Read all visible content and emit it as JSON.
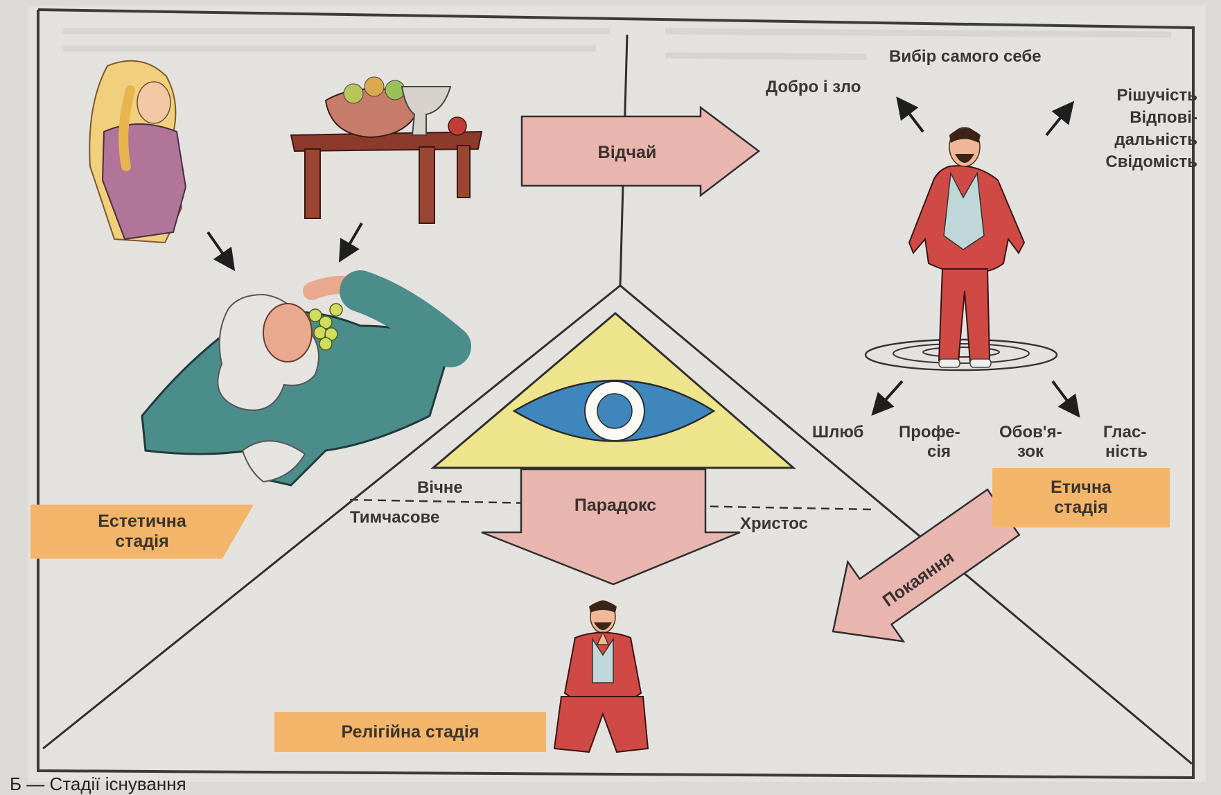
{
  "arrows": {
    "vidchai": "Відчай",
    "paradox": "Парадокс",
    "pokayannya": "Покаяння"
  },
  "stages": {
    "aesthetic": "Естетична стадія",
    "ethical": "Етична стадія",
    "religious": "Релігійна стадія"
  },
  "ethical_labels": {
    "choice_self": "Вибір самого себе",
    "good_evil": "Добро і зло",
    "qualities": [
      "Рішучість",
      "Відпові-",
      "дальність",
      "Свідомість"
    ],
    "spheres": [
      {
        "lines": [
          "Шлюб"
        ]
      },
      {
        "lines": [
          "Профе-",
          "сія"
        ]
      },
      {
        "lines": [
          "Обов'я-",
          "зок"
        ]
      },
      {
        "lines": [
          "Глас-",
          "ність"
        ]
      }
    ]
  },
  "paradox_labels": {
    "eternal": "Вічне",
    "temporal": "Тимчасове",
    "christ": "Христос"
  },
  "caption": "Б — Стадії існування",
  "colors": {
    "paper": "#e4e2df",
    "arrow_fill": "#e8b6ae",
    "stage_tag": "#f3b56a",
    "eye_triangle": "#ede48c",
    "eye_iris": "#3f86bd",
    "suit_red": "#cf4a45"
  },
  "icons": [
    "woman-figure-icon",
    "fruit-table-icon",
    "aristocrat-eating-grapes-icon",
    "standing-man-icon",
    "kneeling-praying-man-icon",
    "all-seeing-eye-icon"
  ]
}
